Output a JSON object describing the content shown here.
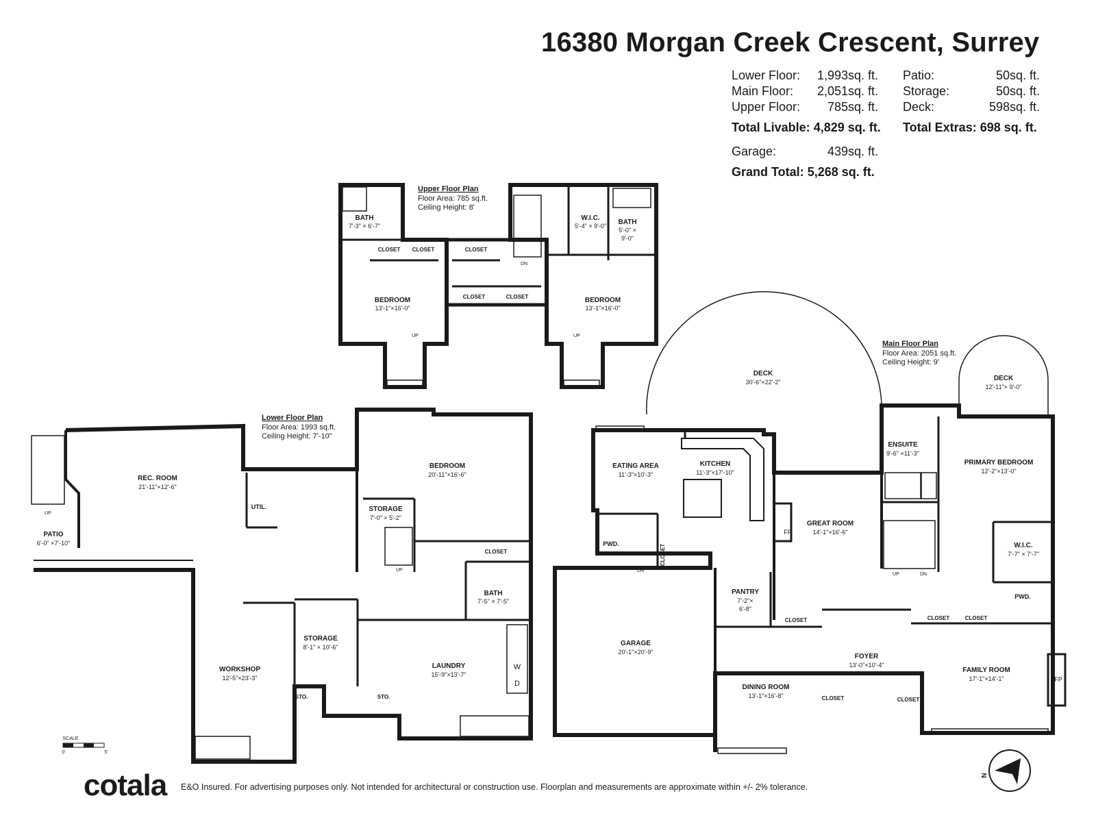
{
  "title": "16380 Morgan Creek Crescent, Surrey",
  "areas": {
    "lower": {
      "label": "Lower Floor:",
      "value": "1,993",
      "unit": "sq. ft."
    },
    "main": {
      "label": "Main Floor:",
      "value": "2,051",
      "unit": "sq. ft."
    },
    "upper": {
      "label": "Upper Floor:",
      "value": "785",
      "unit": "sq. ft."
    },
    "total_livable": {
      "label": "Total Livable:",
      "value": "4,829 sq. ft."
    },
    "patio": {
      "label": "Patio:",
      "value": "50",
      "unit": "sq. ft."
    },
    "storage": {
      "label": "Storage:",
      "value": "50",
      "unit": "sq. ft."
    },
    "deck": {
      "label": "Deck:",
      "value": "598",
      "unit": "sq. ft."
    },
    "total_extras": {
      "label": "Total Extras:",
      "value": "698 sq. ft."
    },
    "garage": {
      "label": "Garage:",
      "value": "439",
      "unit": "sq. ft."
    },
    "grand_total": {
      "label": "Grand Total:",
      "value": "5,268 sq. ft."
    }
  },
  "plans": {
    "upper": {
      "title": "Upper Floor Plan",
      "area": "Floor Area: 785 sq.ft.",
      "ceiling": "Ceiling Height: 8'"
    },
    "lower": {
      "title": "Lower Floor Plan",
      "area": "Floor Area: 1993 sq.ft.",
      "ceiling": "Ceiling Height: 7'-10\""
    },
    "main": {
      "title": "Main Floor Plan",
      "area": "Floor Area: 2051 sq.ft.",
      "ceiling": "Ceiling Height: 9'"
    }
  },
  "rooms": {
    "upper_bath1": {
      "name": "BATH",
      "dim": "7'-3\" × 6'-7\""
    },
    "upper_closet1": "CLOSET",
    "upper_closet2": "CLOSET",
    "upper_closet3": "CLOSET",
    "upper_closet4": "CLOSET",
    "upper_closet5": "CLOSET",
    "upper_bed1": {
      "name": "BEDROOM",
      "dim": "13'-1\"×16'-0\""
    },
    "upper_bed2": {
      "name": "BEDROOM",
      "dim": "13'-1\"×16'-0\""
    },
    "upper_wic": {
      "name": "W.I.C.",
      "dim": "5'-4\" × 9'-0\""
    },
    "upper_bath2": {
      "name": "BATH",
      "dim1": "5'-0\" ×",
      "dim2": "9'-0\""
    },
    "rec_room": {
      "name": "REC. ROOM",
      "dim": "21'-11\"×12'-6\""
    },
    "util": "UTIL.",
    "patio": {
      "name": "PATIO",
      "dim": "6'-0\" ×7'-10\""
    },
    "lower_bedroom": {
      "name": "BEDROOM",
      "dim": "20'-11\"×16'-6\""
    },
    "lower_storage1": {
      "name": "STORAGE",
      "dim": "7'-0\" × 5'-2\""
    },
    "lower_closet": "CLOSET",
    "lower_bath": {
      "name": "BATH",
      "dim": "7'-5\" × 7'-5\""
    },
    "workshop": {
      "name": "WORKSHOP",
      "dim": "12'-5\"×23'-3\""
    },
    "lower_storage2": {
      "name": "STORAGE",
      "dim": "8'-1\" × 10'-6\""
    },
    "laundry": {
      "name": "LAUNDRY",
      "dim": "15'-9\"×13'-7\""
    },
    "sto1": "STO.",
    "sto2": "STO.",
    "deck_large": {
      "name": "DECK",
      "dim": "30'-6\"×22'-2\""
    },
    "eating": {
      "name": "EATING AREA",
      "dim": "11'-3\"×10'-3\""
    },
    "kitchen": {
      "name": "KITCHEN",
      "dim": "11'-3\"×17'-10\""
    },
    "pwd1": "PWD.",
    "closet_main1": "CLOSET",
    "great_room": {
      "name": "GREAT ROOM",
      "dim": "14'-1\"×16'-6\""
    },
    "fp1": "FP",
    "garage": {
      "name": "GARAGE",
      "dim": "20'-1\"×20'-9\""
    },
    "pantry": {
      "name": "PANTRY",
      "dim1": "7'-2\"×",
      "dim2": "6'-8\""
    },
    "closet_main2": "CLOSET",
    "foyer": {
      "name": "FOYER",
      "dim": "13'-0\"×10'-4\""
    },
    "closet_main3": "CLOSET",
    "closet_main4": "CLOSET",
    "dining": {
      "name": "DINING ROOM",
      "dim": "13'-1\"×16'-8\""
    },
    "family": {
      "name": "FAMILY ROOM",
      "dim": "17'-1\"×14'-1\""
    },
    "fp2": "FP",
    "deck_small": {
      "name": "DECK",
      "dim": "12'-11\"× 9'-0\""
    },
    "ensuite": {
      "name": "ENSUITE",
      "dim": "9'-6\" ×11'-3\""
    },
    "primary": {
      "name": "PRIMARY BEDROOM",
      "dim": "12'-2\"×13'-0\""
    },
    "wic_main": {
      "name": "W.I.C.",
      "dim": "7'-7\" × 7'-7\""
    },
    "pwd2": "PWD.",
    "closet_main5": "CLOSET",
    "closet_main6": "CLOSET"
  },
  "stair_labels": {
    "up": "UP",
    "dn": "DN"
  },
  "appliances": {
    "washer": "W",
    "dryer": "D"
  },
  "scale": {
    "label": "SCALE",
    "zero": "0'",
    "five": "5'"
  },
  "compass": "N",
  "footer": {
    "logo": "cotala",
    "disclaimer": "E&O Insured. For advertising purposes only. Not intended for architectural or construction use. Floorplan and measurements are approximate within +/- 2% tolerance."
  },
  "colors": {
    "wall": "#1a1a1a",
    "text": "#1a1a1a",
    "background": "#ffffff"
  }
}
